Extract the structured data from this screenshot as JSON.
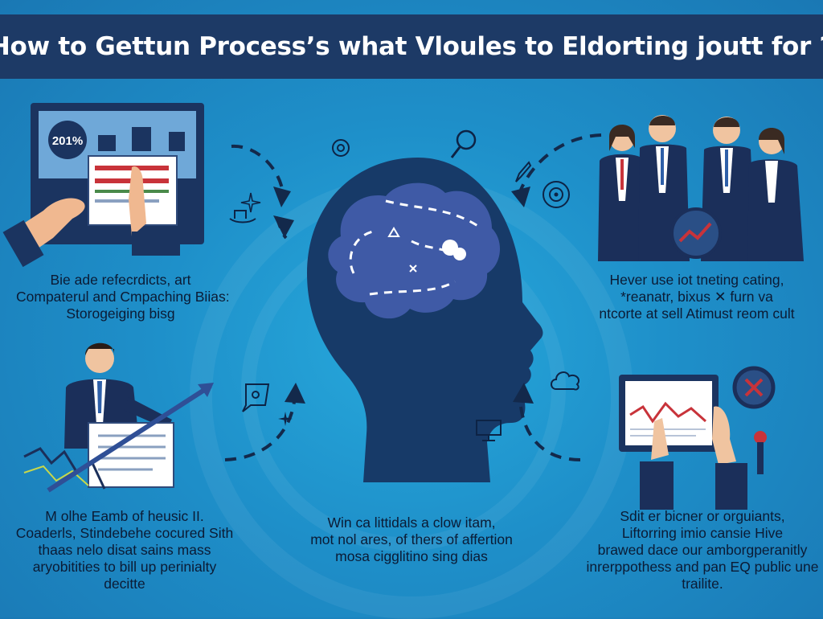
{
  "header": {
    "title": "How to Gettun Process’s what Vloules to Eldorting joutt for ?"
  },
  "panels": {
    "top_left": {
      "screen_badge": "201%",
      "lines": [
        "Bie ade refecrdicts, art",
        "Compaterul and Cmpaching Biias:",
        "Storogeiging bisg"
      ]
    },
    "top_right": {
      "lines": [
        "Hever use iot tneting cating,",
        "*reanatr, bixus ✕ furn va",
        "ntcorte at sell Atimust reom cult"
      ]
    },
    "bottom_left": {
      "lines": [
        "M olhe Eamb of heusic II.",
        "Coaderls, Stindebehe cocured Sith",
        "thaas nelo disat sains mass",
        "aryobitities to bill up perinialty",
        "decitte"
      ]
    },
    "bottom_center": {
      "lines": [
        "Win ca littidals a clow itam,",
        "mot nol ares, of thers of affertion",
        "mosa cigglitino sing dias"
      ]
    },
    "bottom_right": {
      "lines": [
        "Sdit er bicner or orguiants,",
        "Liftorring imio cansie Hive",
        "brawed dace our amborgperanitly",
        "inrerppothess and pan EQ public une",
        "trailite."
      ]
    }
  },
  "colors": {
    "header_bg": "#1d3a66",
    "background": "#1e8fc9",
    "head_silhouette": "#173a68",
    "brain": "#3f5aa6",
    "text": "#0b1b35",
    "accent_red": "#c8333a"
  },
  "icons": [
    "head-silhouette-icon",
    "brain-icon",
    "presentation-screen-icon",
    "business-team-icon",
    "businessman-chart-icon",
    "tablet-chart-icon",
    "magnifier-icon",
    "target-icon",
    "cloud-icon",
    "monitor-icon",
    "chat-icon",
    "gear-icon",
    "dashed-arrow-icon"
  ]
}
